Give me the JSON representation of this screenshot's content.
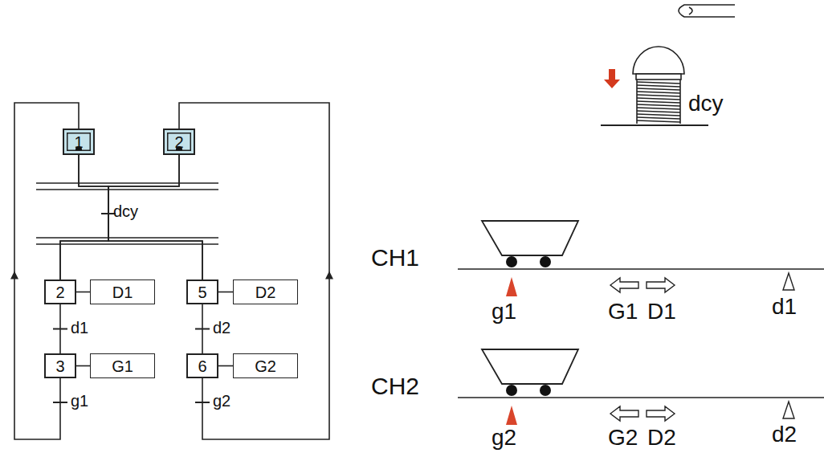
{
  "diagram": {
    "nodes": [
      {
        "text": [
          "1"
        ]
      },
      {
        "text": [
          "2"
        ]
      },
      {
        "text": [
          "2"
        ]
      },
      {
        "text": [
          "D1"
        ]
      },
      {
        "text": [
          "5"
        ]
      },
      {
        "text": [
          "D2"
        ]
      },
      {
        "text": [
          "3"
        ]
      },
      {
        "text": [
          "G1"
        ]
      },
      {
        "text": [
          "6"
        ]
      },
      {
        "text": [
          "G2"
        ]
      }
    ],
    "edges": [
      {
        "from": 0,
        "to": 2,
        "arrow": "none"
      },
      {
        "from": 0,
        "to": 4,
        "arrow": "none"
      },
      {
        "from": 1,
        "to": 2,
        "arrow": "none"
      },
      {
        "from": 1,
        "to": 4,
        "arrow": "none"
      },
      {
        "from": 2,
        "to": 3,
        "arrow": "none"
      },
      {
        "from": 2,
        "to": 6,
        "label": "d1",
        "arrow": "none"
      },
      {
        "from": 6,
        "to": 7,
        "arrow": "none"
      },
      {
        "from": 6,
        "to": 0,
        "label": "g1",
        "arrow": "to"
      },
      {
        "from": 4,
        "to": 5,
        "arrow": "none"
      },
      {
        "from": 4,
        "to": 8,
        "label": "d2",
        "arrow": "none"
      },
      {
        "from": 8,
        "to": 9,
        "arrow": "none"
      },
      {
        "from": 8,
        "to": 1,
        "label": "g2",
        "arrow": "to"
      }
    ],
    "labels": [
      "dcy",
      "dcy",
      "CH1",
      "g1",
      "G1",
      "D1",
      "d1",
      "CH2",
      "g2",
      "G2",
      "D2",
      "d2"
    ]
  }
}
